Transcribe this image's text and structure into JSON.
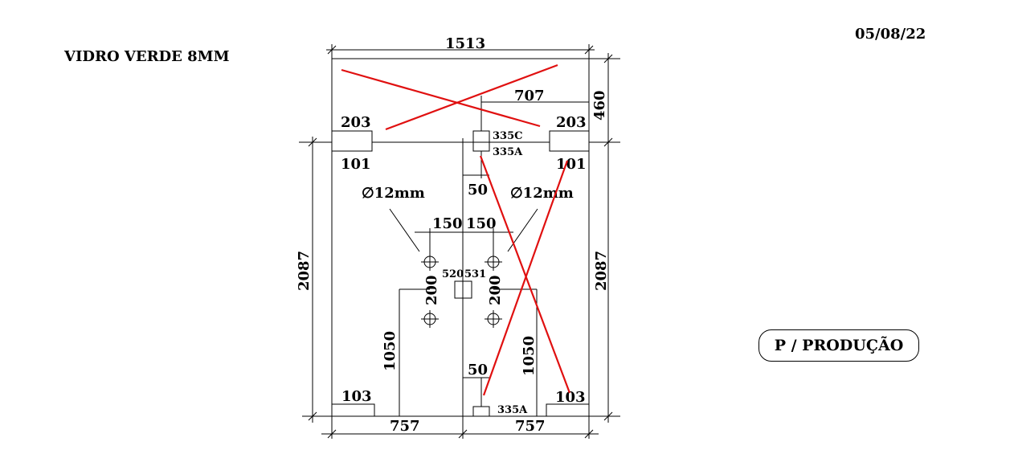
{
  "header": {
    "material": "VIDRO VERDE 8MM",
    "date": "05/08/22"
  },
  "badge": {
    "label": "P / PRODUÇÃO"
  },
  "dimensions": {
    "overall_width": "1513",
    "top_height": "460",
    "left_height": "2087",
    "right_height": "2087",
    "top_offset": "707",
    "bottom_left_width": "757",
    "bottom_right_width": "757",
    "left_handle_height": "1050",
    "right_handle_height": "1050",
    "center_top_offset": "50",
    "center_bottom_offset": "50",
    "left_hole_spacing_h": "150",
    "right_hole_spacing_h": "150",
    "left_hole_spacing_v": "200",
    "right_hole_spacing_v": "200",
    "center_label_left": "520",
    "center_label_right": "531"
  },
  "hardware": {
    "hinge_top_left_width": "203",
    "hinge_top_left_code": "101",
    "hinge_top_right_width": "203",
    "hinge_top_right_code": "101",
    "lock_top_code_1": "335C",
    "lock_top_code_2": "335A",
    "lock_bottom_code": "335A",
    "bottom_left_code": "103",
    "bottom_right_code": "103"
  },
  "holes": {
    "left_diameter": "∅12mm",
    "right_diameter": "∅12mm"
  }
}
